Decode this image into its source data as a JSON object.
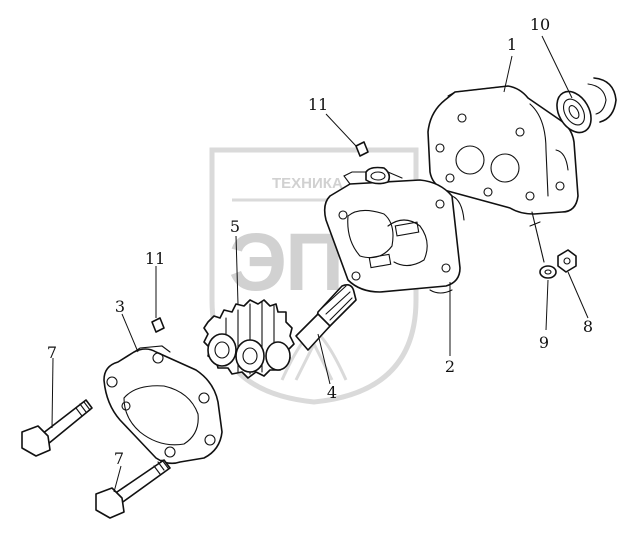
{
  "diagram": {
    "kind": "exploded-parts-view",
    "callouts": [
      {
        "id": "c1",
        "label": "1"
      },
      {
        "id": "c2",
        "label": "2"
      },
      {
        "id": "c3",
        "label": "3"
      },
      {
        "id": "c4",
        "label": "4"
      },
      {
        "id": "c5",
        "label": "5"
      },
      {
        "id": "c7a",
        "label": "7"
      },
      {
        "id": "c7b",
        "label": "7"
      },
      {
        "id": "c8",
        "label": "8"
      },
      {
        "id": "c9",
        "label": "9"
      },
      {
        "id": "c10",
        "label": "10"
      },
      {
        "id": "c11a",
        "label": "11"
      },
      {
        "id": "c11b",
        "label": "11"
      }
    ]
  },
  "watermark": {
    "top_text": "ТЕХНИКА",
    "logo_text": "ЭПС",
    "color": "#c9c9c9"
  },
  "colors": {
    "line": "#111111",
    "background": "#ffffff"
  }
}
